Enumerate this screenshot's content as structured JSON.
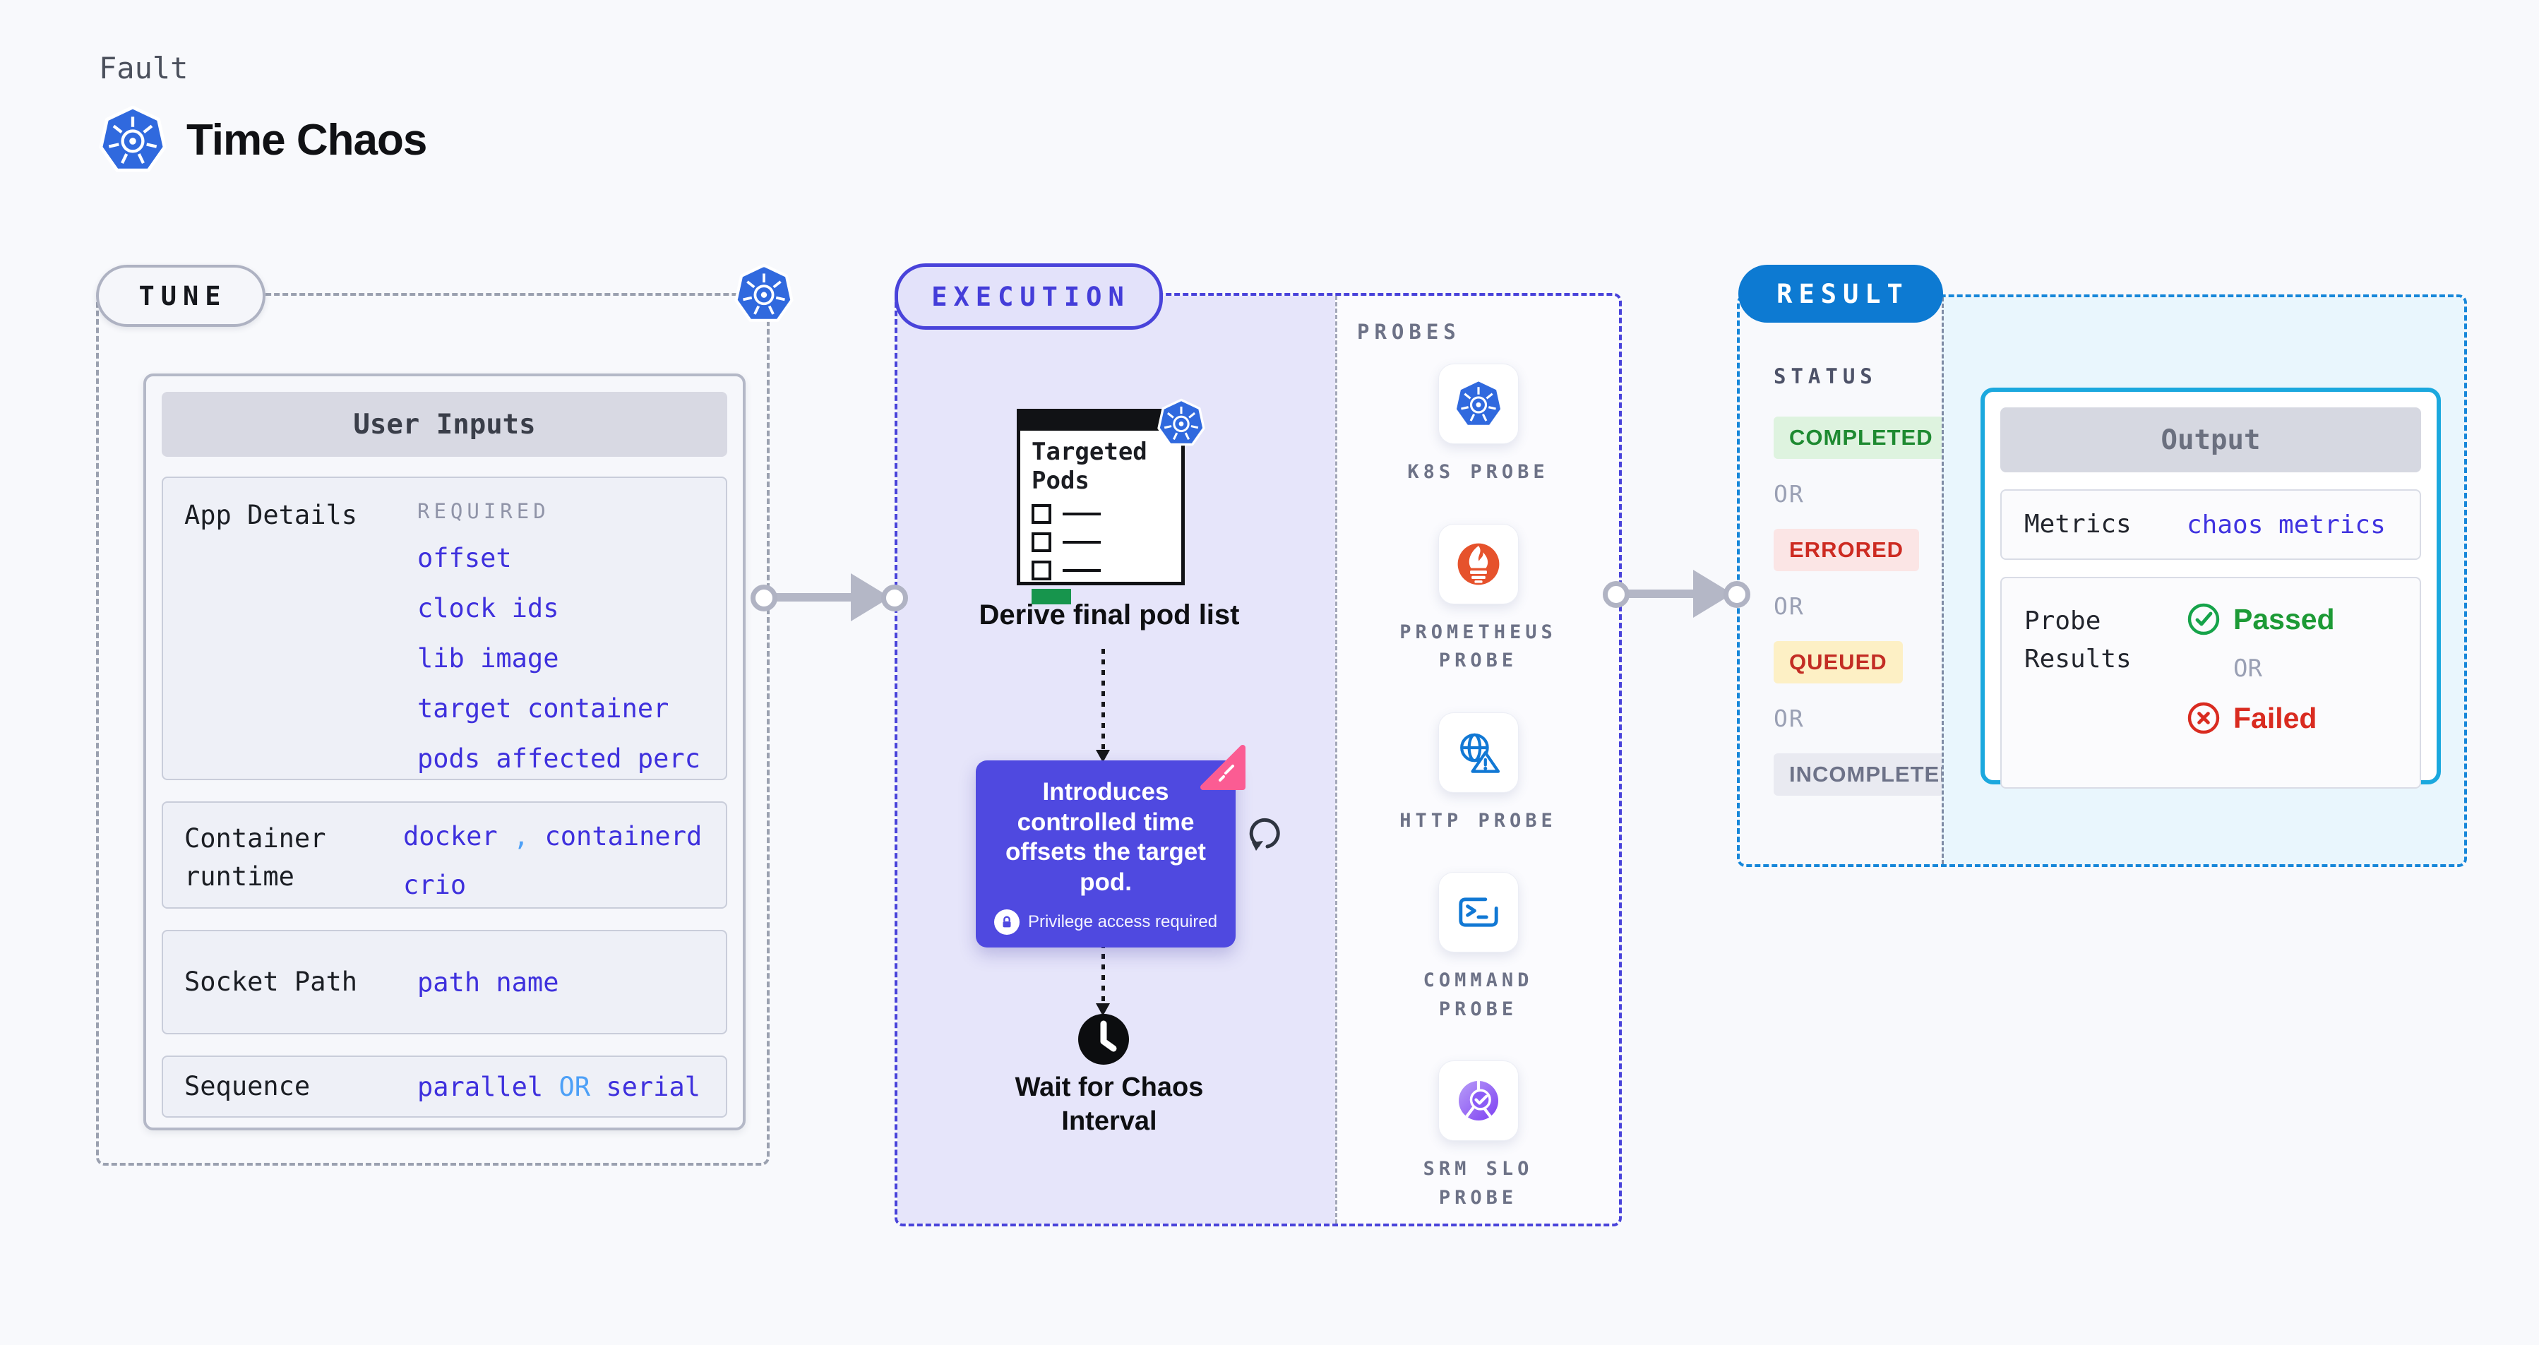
{
  "header": {
    "kicker": "Fault",
    "title": "Time Chaos"
  },
  "tune": {
    "pill": "TUNE",
    "user_inputs_title": "User Inputs",
    "app_details": {
      "label": "App Details",
      "tag": "REQUIRED",
      "values": [
        "offset",
        "clock ids",
        "lib image",
        "target container",
        "pods affected perc"
      ]
    },
    "container_runtime": {
      "label": "Container runtime",
      "value1": "docker",
      "separator": ",",
      "value2": "containerd",
      "value3": "crio"
    },
    "socket_path": {
      "label": "Socket Path",
      "value": "path name"
    },
    "sequence": {
      "label": "Sequence",
      "value1": "parallel",
      "or": "OR",
      "value2": "serial"
    }
  },
  "execution": {
    "pill": "EXECUTION",
    "targeted_pods_title": "Targeted Pods",
    "step1": "Derive final pod list",
    "tooltip": {
      "text": "Introduces controlled time offsets the target pod.",
      "note": "Privilege access required"
    },
    "step2": "Wait for Chaos Interval"
  },
  "probes": {
    "title": "PROBES",
    "items": [
      {
        "label": "K8S PROBE",
        "icon": "kubernetes-icon"
      },
      {
        "label": "PROMETHEUS PROBE",
        "icon": "prometheus-icon"
      },
      {
        "label": "HTTP PROBE",
        "icon": "http-probe-icon"
      },
      {
        "label": "COMMAND PROBE",
        "icon": "command-probe-icon"
      },
      {
        "label": "SRM SLO PROBE",
        "icon": "srm-slo-probe-icon"
      }
    ]
  },
  "result": {
    "pill": "RESULT",
    "status_title": "STATUS",
    "or": "OR",
    "statuses": [
      {
        "label": "COMPLETED",
        "color": "#1e8a31",
        "bg": "#def3df"
      },
      {
        "label": "ERRORED",
        "color": "#cd2b22",
        "bg": "#fbe5e5"
      },
      {
        "label": "QUEUED",
        "color": "#c32d24",
        "bg": "#fdf0c5"
      },
      {
        "label": "INCOMPLETED",
        "color": "#6d7288",
        "bg": "#e9eaf1"
      }
    ],
    "output": {
      "title": "Output",
      "metrics_label": "Metrics",
      "metrics_value": "chaos metrics",
      "probe_results_label": "Probe Results",
      "passed": "Passed",
      "or": "OR",
      "failed": "Failed"
    }
  },
  "colors": {
    "page_bg": "#f8f9fc",
    "accent_indigo": "#4943da",
    "lavender_bg": "#e6e5fa",
    "value_indigo": "#3e30dd",
    "link_blue": "#4da0f7",
    "tooltip_bg": "#4f49e0",
    "pink_corner": "#fb5c93",
    "result_blue": "#0d7ad2",
    "result_border": "#1787d9",
    "output_border": "#1ba8de",
    "cyan_bg": "#e9f6fd",
    "arrow_gray": "#b4b7c6",
    "k8s_blue": "#3069de",
    "prometheus_orange": "#e6522c",
    "probe_icon_blue": "#1178d4",
    "slo_purple": "#7d3ff2",
    "targeted_green": "#17954d",
    "passed_green": "#1d9a36",
    "failed_red": "#d92b20"
  }
}
